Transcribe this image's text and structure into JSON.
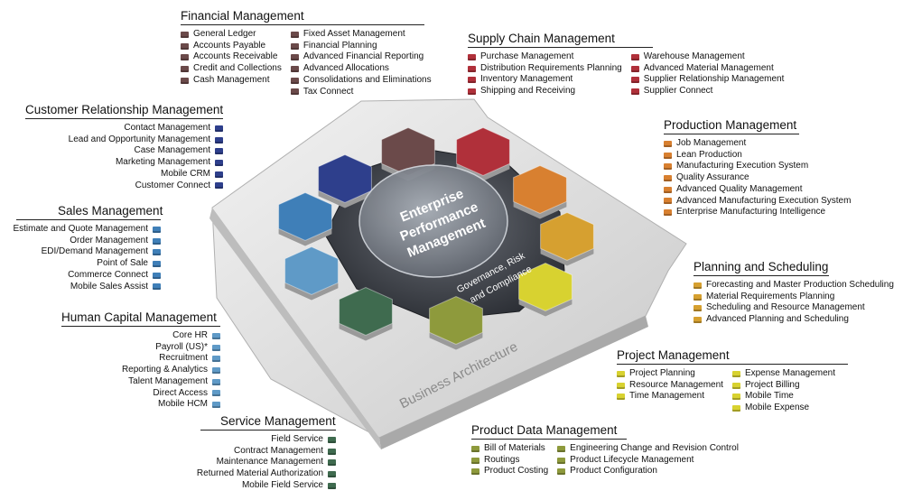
{
  "colors": {
    "financial": "#6b4a4a",
    "supply": "#b0303a",
    "crm": "#2e3f8c",
    "sales": "#3f7fb8",
    "hcm": "#5f9ac7",
    "service": "#3f6b4f",
    "product": "#8e9a3c",
    "project": "#d8d230",
    "planning": "#d6a030",
    "production": "#d88030"
  },
  "center": {
    "line1": "Enterprise",
    "line2": "Performance",
    "line3": "Management",
    "grc1": "Governance, Risk",
    "grc2": "and Compliance",
    "platform": "Business Architecture"
  },
  "modules": {
    "financial": {
      "title": "Financial Management",
      "col1": [
        "General Ledger",
        "Accounts Payable",
        "Accounts Receivable",
        "Credit and Collections",
        "Cash Management"
      ],
      "col2": [
        "Fixed Asset Management",
        "Financial Planning",
        "Advanced Financial Reporting",
        "Advanced Allocations",
        "Consolidations and Eliminations",
        "Tax Connect"
      ]
    },
    "supply": {
      "title": "Supply Chain Management",
      "col1": [
        "Purchase Management",
        "Distribution Requirements Planning",
        "Inventory Management",
        "Shipping and Receiving"
      ],
      "col2": [
        "Warehouse Management",
        "Advanced Material Management",
        "Supplier Relationship Management",
        "Supplier Connect"
      ]
    },
    "crm": {
      "title": "Customer Relationship Management",
      "col1": [
        "Contact Management",
        "Lead and Opportunity Management",
        "Case Management",
        "Marketing Management",
        "Mobile CRM",
        "Customer Connect"
      ]
    },
    "sales": {
      "title": "Sales Management",
      "col1": [
        "Estimate and Quote Management",
        "Order Management",
        "EDI/Demand Management",
        "Point of Sale",
        "Commerce Connect",
        "Mobile Sales Assist"
      ]
    },
    "hcm": {
      "title": "Human Capital Management",
      "col1": [
        "Core HR",
        "Payroll (US)*",
        "Recruitment",
        "Reporting & Analytics",
        "Talent Management",
        "Direct Access",
        "Mobile HCM"
      ]
    },
    "service": {
      "title": "Service Management",
      "col1": [
        "Field Service",
        "Contract Management",
        "Maintenance Management",
        "Returned Material Authorization",
        "Mobile Field Service"
      ]
    },
    "production": {
      "title": "Production Management",
      "col1": [
        "Job Management",
        "Lean Production",
        "Manufacturing Execution System",
        "Quality Assurance",
        "Advanced Quality Management",
        "Advanced Manufacturing Execution System",
        "Enterprise Manufacturing Intelligence"
      ]
    },
    "planning": {
      "title": "Planning and Scheduling",
      "col1": [
        "Forecasting and Master Production Scheduling",
        "Material Requirements Planning",
        "Scheduling and Resource Management",
        "Advanced Planning and Scheduling"
      ]
    },
    "project": {
      "title": "Project Management",
      "col1": [
        "Project Planning",
        "Resource Management",
        "Time Management"
      ],
      "col2": [
        "Expense Management",
        "Project Billing",
        "Mobile Time",
        "Mobile Expense"
      ]
    },
    "product": {
      "title": "Product Data Management",
      "col1": [
        "Bill of Materials",
        "Routings",
        "Product Costing"
      ],
      "col2": [
        "Engineering Change and Revision Control",
        "Product Lifecycle Management",
        "Product Configuration"
      ]
    }
  }
}
